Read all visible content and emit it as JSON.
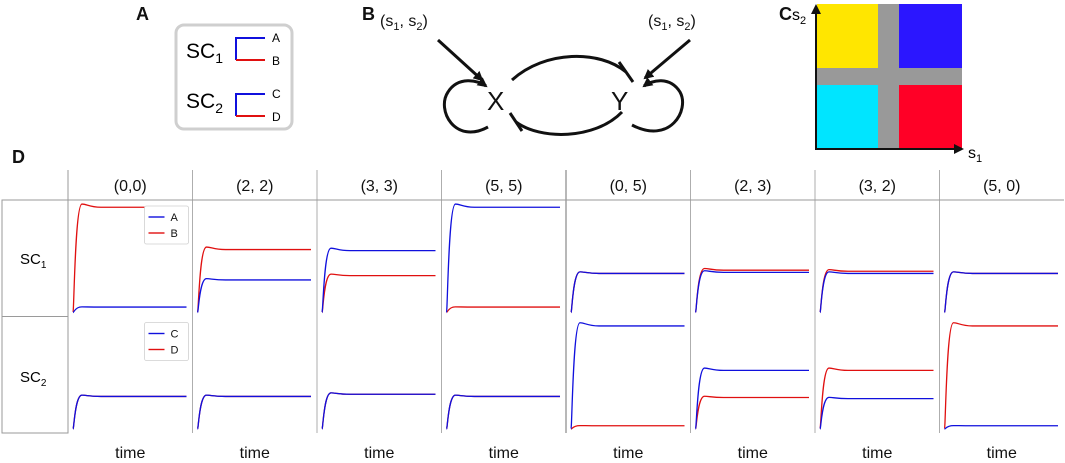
{
  "panels": {
    "a": {
      "letter": "A"
    },
    "b": {
      "letter": "B"
    },
    "c": {
      "letter": "C"
    },
    "d": {
      "letter": "D"
    }
  },
  "legend_a": {
    "rows": [
      {
        "name": "SC",
        "sub": "1",
        "top": "A",
        "bottom": "B"
      },
      {
        "name": "SC",
        "sub": "2",
        "top": "C",
        "bottom": "D"
      }
    ]
  },
  "network": {
    "node_x": "X",
    "node_y": "Y",
    "input_left": {
      "s1": "s",
      "s1_sub": "1",
      "s2": "s",
      "s2_sub": "2"
    },
    "input_right": {
      "s1": "s",
      "s1_sub": "1",
      "s2": "s",
      "s2_sub": "2"
    }
  },
  "phase": {
    "xlabel": "s",
    "xsub": "1",
    "ylabel": "s",
    "ysub": "2",
    "regions": [
      {
        "name": "top-left",
        "color": "#ffe600"
      },
      {
        "name": "top-right",
        "color": "#2b16ff"
      },
      {
        "name": "bottom-left",
        "color": "#00e5ff"
      },
      {
        "name": "bottom-right",
        "color": "#ff0026"
      },
      {
        "name": "separator",
        "color": "#999999"
      }
    ]
  },
  "grid": {
    "row_labels": [
      {
        "name": "SC",
        "sub": "1"
      },
      {
        "name": "SC",
        "sub": "2"
      }
    ],
    "columns": [
      "(0,0)",
      "(2, 2)",
      "(3, 3)",
      "(5, 5)",
      "(0, 5)",
      "(2, 3)",
      "(3, 2)",
      "(5, 0)"
    ],
    "xlabel": "time",
    "legend_sc1": [
      "A",
      "B"
    ],
    "legend_sc2": [
      "C",
      "D"
    ],
    "colors": {
      "first": "#1010dd",
      "second": "#e01010"
    }
  },
  "chart_data": {
    "type": "line",
    "series_note_levels": "steady-state levels relative to cell height (1 = top)",
    "cells": [
      {
        "col": "(0,0)",
        "sc1": {
          "A": 0.05,
          "B": 0.97
        },
        "sc2": {
          "C": 0.3,
          "D": 0.3
        }
      },
      {
        "col": "(2, 2)",
        "sc1": {
          "A": 0.3,
          "B": 0.58
        },
        "sc2": {
          "C": 0.3,
          "D": 0.3
        }
      },
      {
        "col": "(3, 3)",
        "sc1": {
          "A": 0.57,
          "B": 0.34
        },
        "sc2": {
          "C": 0.32,
          "D": 0.32
        }
      },
      {
        "col": "(5, 5)",
        "sc1": {
          "A": 0.97,
          "B": 0.05
        },
        "sc2": {
          "C": 0.3,
          "D": 0.3
        }
      },
      {
        "col": "(0, 5)",
        "sc1": {
          "A": 0.36,
          "B": 0.36
        },
        "sc2": {
          "C": 0.95,
          "D": 0.03
        }
      },
      {
        "col": "(2, 3)",
        "sc1": {
          "A": 0.37,
          "B": 0.39
        },
        "sc2": {
          "C": 0.54,
          "D": 0.29
        }
      },
      {
        "col": "(3, 2)",
        "sc1": {
          "A": 0.36,
          "B": 0.38
        },
        "sc2": {
          "C": 0.28,
          "D": 0.54
        }
      },
      {
        "col": "(5, 0)",
        "sc1": {
          "A": 0.36,
          "B": 0.36
        },
        "sc2": {
          "C": 0.03,
          "D": 0.95
        }
      }
    ]
  }
}
